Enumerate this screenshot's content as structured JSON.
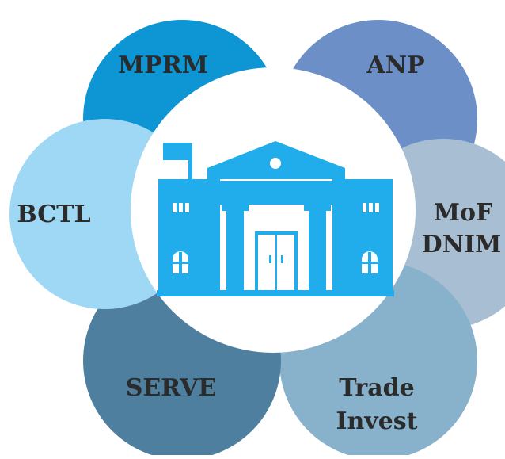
{
  "diagram": {
    "center_icon": "government-building-icon",
    "colors": {
      "mprm": "#0e95d4",
      "anp": "#6d8fc7",
      "mof": "#a8bfd3",
      "trade": "#88b1cb",
      "serve": "#4f7f9e",
      "bctl": "#9fd8f5",
      "icon": "#21adec",
      "center": "#ffffff"
    },
    "nodes": {
      "mprm": {
        "lines": [
          "MPRM"
        ]
      },
      "anp": {
        "lines": [
          "ANP"
        ]
      },
      "mof": {
        "lines": [
          "MoF",
          "DNIM"
        ]
      },
      "trade": {
        "lines": [
          "Trade",
          "Invest"
        ]
      },
      "serve": {
        "lines": [
          "SERVE"
        ]
      },
      "bctl": {
        "lines": [
          "BCTL"
        ]
      }
    }
  }
}
